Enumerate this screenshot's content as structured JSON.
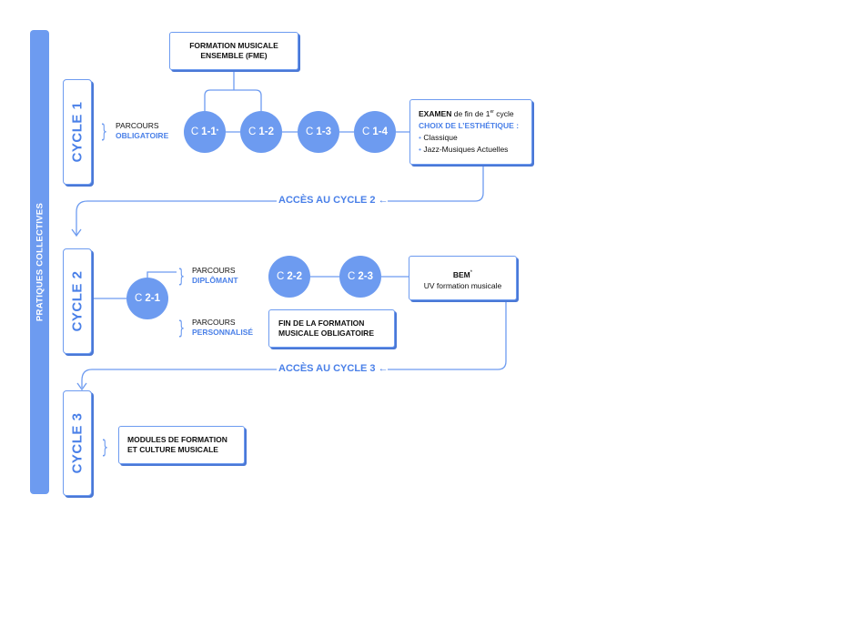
{
  "sidebar": {
    "label": "PRATIQUES COLLECTIVES"
  },
  "cycles": {
    "c1": "CYCLE 1",
    "c2": "CYCLE 2",
    "c3": "CYCLE 3"
  },
  "fme": {
    "line1": "FORMATION MUSICALE",
    "line2": "ENSEMBLE (FME)"
  },
  "cycle1": {
    "parcours_label": "PARCOURS",
    "parcours_type": "OBLIGATOIRE",
    "nodes": [
      {
        "prefix": "C",
        "number": "1-1",
        "sup": "*"
      },
      {
        "prefix": "C",
        "number": "1-2",
        "sup": ""
      },
      {
        "prefix": "C",
        "number": "1-3",
        "sup": ""
      },
      {
        "prefix": "C",
        "number": "1-4",
        "sup": ""
      }
    ],
    "exam": {
      "title": "EXAMEN",
      "rest": "de fin de 1",
      "rest_sup": "er",
      "rest_end": "cycle",
      "choice": "CHOIX DE L’ESTHÉTIQUE :",
      "options": [
        "Classique",
        "Jazz-Musiques Actuelles"
      ]
    }
  },
  "acces": {
    "to_cycle2": "ACCÈS AU CYCLE 2",
    "to_cycle3": "ACCÈS AU CYCLE 3",
    "arrow": "←"
  },
  "cycle2": {
    "start_node": {
      "prefix": "C",
      "number": "2-1"
    },
    "diplomant": {
      "parcours_label": "PARCOURS",
      "parcours_type": "DIPLÔMANT",
      "nodes": [
        {
          "prefix": "C",
          "number": "2-2"
        },
        {
          "prefix": "C",
          "number": "2-3"
        }
      ],
      "bem": {
        "title": "BEM",
        "sup": "*",
        "subtitle": "UV formation musicale"
      }
    },
    "personnalise": {
      "parcours_label": "PARCOURS",
      "parcours_type": "PERSONNALISÉ",
      "box": {
        "line1": "FIN DE LA FORMATION",
        "line2": "MUSICALE OBLIGATOIRE"
      }
    }
  },
  "cycle3": {
    "box": {
      "line1": "MODULES DE FORMATION",
      "line2": "ET CULTURE MUSICALE"
    }
  },
  "brace": "}",
  "bullet": "•",
  "colors": {
    "accent": "#6d9bf0",
    "text_accent": "#4a80e8",
    "shadow": "#4a78d6"
  }
}
